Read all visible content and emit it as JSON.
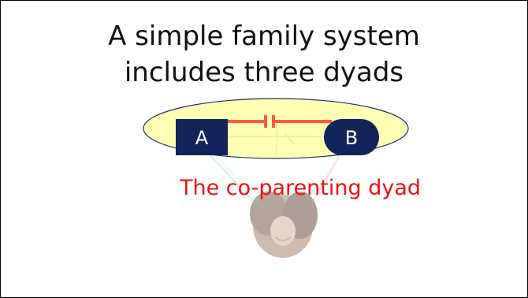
{
  "slide": {
    "title_line1": "A simple family system",
    "title_line2": "includes three dyads",
    "node_a": "A",
    "node_b": "B",
    "caption": "The co-parenting dyad"
  },
  "colors": {
    "ellipse_fill": "#ffffb3",
    "node_fill": "#12245a",
    "conflict_line": "#ff5a3c",
    "caption": "#ee1111"
  }
}
